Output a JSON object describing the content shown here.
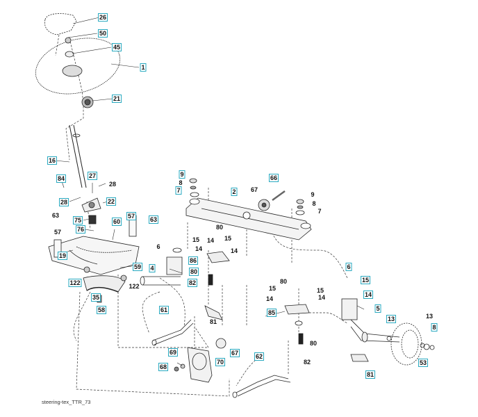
{
  "diagram": {
    "title": "steering-tex_TTR_73",
    "caption": "steering-tex_TTR_73",
    "label_accent": "#29a9c0",
    "callouts": [
      {
        "id": "26",
        "boxed": true
      },
      {
        "id": "50",
        "boxed": true
      },
      {
        "id": "45",
        "boxed": true
      },
      {
        "id": "1",
        "boxed": true
      },
      {
        "id": "21",
        "boxed": true
      },
      {
        "id": "16",
        "boxed": true
      },
      {
        "id": "84",
        "boxed": true
      },
      {
        "id": "27",
        "boxed": true
      },
      {
        "id": "28",
        "boxed": false
      },
      {
        "id": "28",
        "boxed": true
      },
      {
        "id": "22",
        "boxed": true
      },
      {
        "id": "63",
        "boxed": false
      },
      {
        "id": "57",
        "boxed": false
      },
      {
        "id": "75",
        "boxed": true
      },
      {
        "id": "76",
        "boxed": true
      },
      {
        "id": "60",
        "boxed": true
      },
      {
        "id": "57",
        "boxed": true
      },
      {
        "id": "63",
        "boxed": true
      },
      {
        "id": "19",
        "boxed": true
      },
      {
        "id": "122",
        "boxed": true
      },
      {
        "id": "59",
        "boxed": true
      },
      {
        "id": "122",
        "boxed": false
      },
      {
        "id": "35",
        "boxed": true
      },
      {
        "id": "58",
        "boxed": true
      },
      {
        "id": "9",
        "boxed": true
      },
      {
        "id": "8",
        "boxed": false
      },
      {
        "id": "7",
        "boxed": true
      },
      {
        "id": "2",
        "boxed": true
      },
      {
        "id": "66",
        "boxed": true
      },
      {
        "id": "67",
        "boxed": false
      },
      {
        "id": "9",
        "boxed": false
      },
      {
        "id": "8",
        "boxed": false
      },
      {
        "id": "7",
        "boxed": false
      },
      {
        "id": "80",
        "boxed": false
      },
      {
        "id": "6",
        "boxed": false
      },
      {
        "id": "15",
        "boxed": false
      },
      {
        "id": "14",
        "boxed": false
      },
      {
        "id": "14",
        "boxed": false
      },
      {
        "id": "15",
        "boxed": false
      },
      {
        "id": "14",
        "boxed": false
      },
      {
        "id": "4",
        "boxed": true
      },
      {
        "id": "86",
        "boxed": true
      },
      {
        "id": "80",
        "boxed": true
      },
      {
        "id": "82",
        "boxed": true
      },
      {
        "id": "81",
        "boxed": false
      },
      {
        "id": "61",
        "boxed": true
      },
      {
        "id": "80",
        "boxed": false
      },
      {
        "id": "15",
        "boxed": false
      },
      {
        "id": "15",
        "boxed": false
      },
      {
        "id": "14",
        "boxed": false
      },
      {
        "id": "14",
        "boxed": false
      },
      {
        "id": "85",
        "boxed": true
      },
      {
        "id": "80",
        "boxed": false
      },
      {
        "id": "82",
        "boxed": false
      },
      {
        "id": "6",
        "boxed": true
      },
      {
        "id": "15",
        "boxed": true
      },
      {
        "id": "14",
        "boxed": true
      },
      {
        "id": "5",
        "boxed": true
      },
      {
        "id": "13",
        "boxed": true
      },
      {
        "id": "13",
        "boxed": false
      },
      {
        "id": "8",
        "boxed": true
      },
      {
        "id": "53",
        "boxed": true
      },
      {
        "id": "81",
        "boxed": true
      },
      {
        "id": "67",
        "boxed": true
      },
      {
        "id": "69",
        "boxed": true
      },
      {
        "id": "70",
        "boxed": true
      },
      {
        "id": "68",
        "boxed": true
      },
      {
        "id": "62",
        "boxed": true
      }
    ]
  }
}
